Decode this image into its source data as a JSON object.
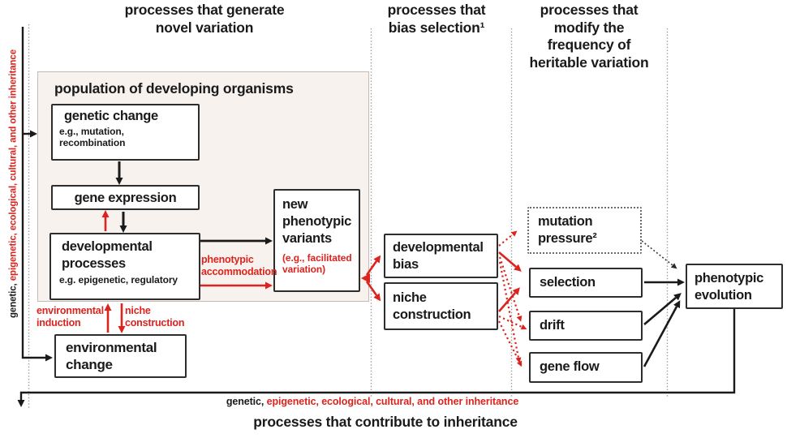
{
  "colors": {
    "red": "#dc231e",
    "text_black": "#1a1a1a",
    "box_border": "#2d2d2d",
    "population_bg": "#f7f2ee",
    "guide_grey": "#9b9b9b"
  },
  "headers": {
    "novel_variation": "processes that generate\nnovel variation",
    "bias_selection": "processes that\nbias selection¹",
    "heritable_variation": "processes that\nmodify the\nfrequency of\nheritable variation"
  },
  "inheritance_axis": {
    "left_black": "genetic,",
    "left_red": " epigenetic, ecological, cultural, and other inheritance",
    "bottom_black": "genetic,",
    "bottom_red": " epigenetic, ecological, cultural, and other inheritance",
    "caption": "processes that contribute to inheritance"
  },
  "population": {
    "label": "population of developing organisms",
    "genetic_change": {
      "title": "genetic change",
      "subtitle": "e.g., mutation,\nrecombination"
    },
    "gene_expression": {
      "title": "gene expression"
    },
    "developmental_processes": {
      "title": "developmental\nprocesses",
      "subtitle": "e.g. epigenetic, regulatory"
    }
  },
  "boxes": {
    "new_variants": {
      "title": "new\nphenotypic\nvariants",
      "subtitle": "(e.g., facilitated\nvariation)"
    },
    "developmental_bias": "developmental\nbias",
    "niche_construction": "niche\nconstruction",
    "mutation_pressure": "mutation\npressure²",
    "selection": "selection",
    "drift": "drift",
    "gene_flow": "gene flow",
    "phenotypic_evolution": "phenotypic\nevolution",
    "environmental_change": "environmental\nchange"
  },
  "edge_labels": {
    "phenotypic_accommodation": "phenotypic\naccommodation",
    "environmental_induction": "environmental\ninduction",
    "niche_construction": "niche\nconstruction"
  }
}
